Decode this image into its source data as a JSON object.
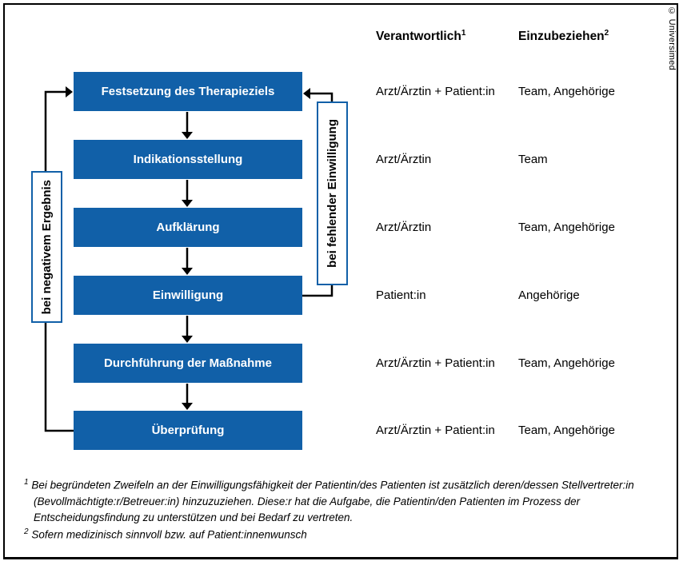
{
  "meta": {
    "credit": "© Universimed"
  },
  "colors": {
    "box_blue": "#1160a8",
    "frame_black": "#000000"
  },
  "columns": {
    "responsible_header": "Verantwortlich",
    "responsible_sup": "1",
    "involve_header": "Einzubeziehen",
    "involve_sup": "2"
  },
  "steps": [
    {
      "label": "Festsetzung des Therapieziels",
      "responsible": "Arzt/Ärztin + Patient:in",
      "involve": "Team, Angehörige"
    },
    {
      "label": "Indikationsstellung",
      "responsible": "Arzt/Ärztin",
      "involve": "Team"
    },
    {
      "label": "Aufklärung",
      "responsible": "Arzt/Ärztin",
      "involve": "Team, Angehörige"
    },
    {
      "label": "Einwilligung",
      "responsible": "Patient:in",
      "involve": "Angehörige"
    },
    {
      "label": "Durchführung der Maßnahme",
      "responsible": "Arzt/Ärztin + Patient:in",
      "involve": "Team, Angehörige"
    },
    {
      "label": "Überprüfung",
      "responsible": "Arzt/Ärztin + Patient:in",
      "involve": "Team, Angehörige"
    }
  ],
  "loops": {
    "left": "bei negativem Ergebnis",
    "right": "bei fehlender Einwilligung"
  },
  "footnotes": [
    {
      "sup": "1",
      "text": "Bei begründeten Zweifeln an der Einwilligungsfähigkeit der Patientin/des Patienten ist zusätzlich deren/dessen Stellvertreter:in (Bevollmächtigte:r/Betreuer:in) hinzuzuziehen. Diese:r hat die Aufgabe, die Patientin/den Patienten im Prozess der Entscheidungsfindung zu unterstützen und bei Bedarf zu vertreten."
    },
    {
      "sup": "2",
      "text": "Sofern medizinisch sinnvoll bzw. auf Patient:innenwunsch"
    }
  ]
}
